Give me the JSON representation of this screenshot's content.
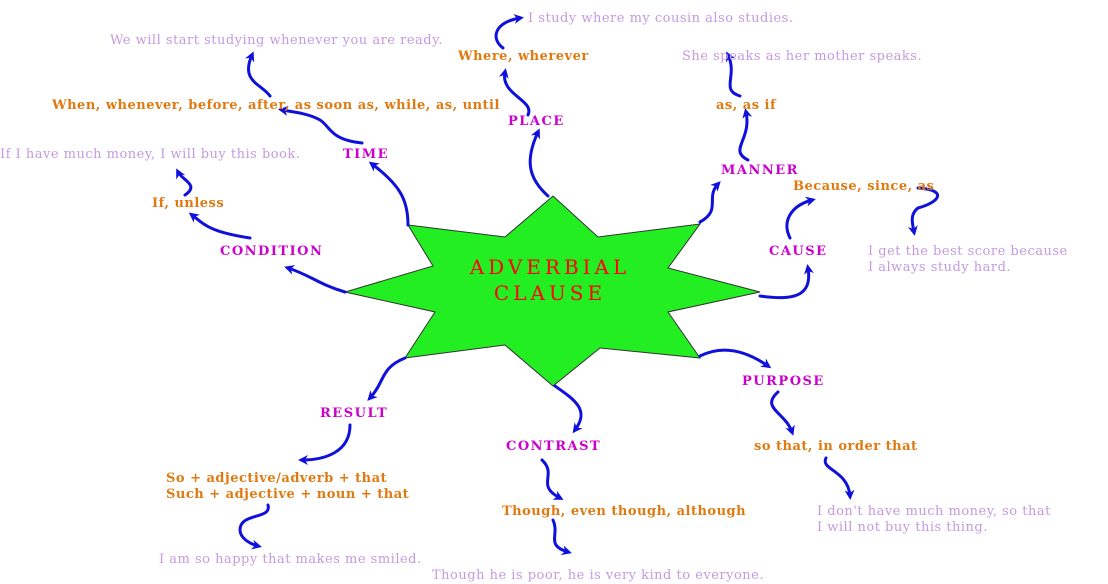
{
  "title": {
    "line1": "ADVERBIAL",
    "line2": "CLAUSE"
  },
  "colors": {
    "star_fill": "#22ee22",
    "arrow": "#1010dd",
    "title": "#ff0000",
    "category": "#cc00cc",
    "conjunction": "#e07a10",
    "example": "#c49ae0"
  },
  "branches": {
    "place": {
      "category": "PLACE",
      "conjunctions": "Where, wherever",
      "example": "I study where my cousin also studies."
    },
    "manner": {
      "category": "MANNER",
      "conjunctions": "as, as if",
      "example": "She speaks as her mother speaks."
    },
    "cause": {
      "category": "CAUSE",
      "conjunctions": "Because, since, as",
      "example_line1": "I get the best score because",
      "example_line2": "I always study hard."
    },
    "purpose": {
      "category": "PURPOSE",
      "conjunctions": "so that, in order that",
      "example_line1": "I don't have much money, so that",
      "example_line2": "I will not buy this thing."
    },
    "contrast": {
      "category": "CONTRAST",
      "conjunctions": "Though, even though, although",
      "example": "Though he is poor, he is very kind to everyone."
    },
    "result": {
      "category": "RESULT",
      "conjunctions_line1": "So + adjective/adverb + that",
      "conjunctions_line2": "Such + adjective + noun + that",
      "example": "I am so happy that makes me smiled."
    },
    "condition": {
      "category": "CONDITION",
      "conjunctions": "If, unless",
      "example": "If I have much money, I will buy this book."
    },
    "time": {
      "category": "TIME",
      "conjunctions": "When, whenever, before, after, as soon as, while, as, until",
      "example": "We will start studying whenever you are ready."
    }
  }
}
